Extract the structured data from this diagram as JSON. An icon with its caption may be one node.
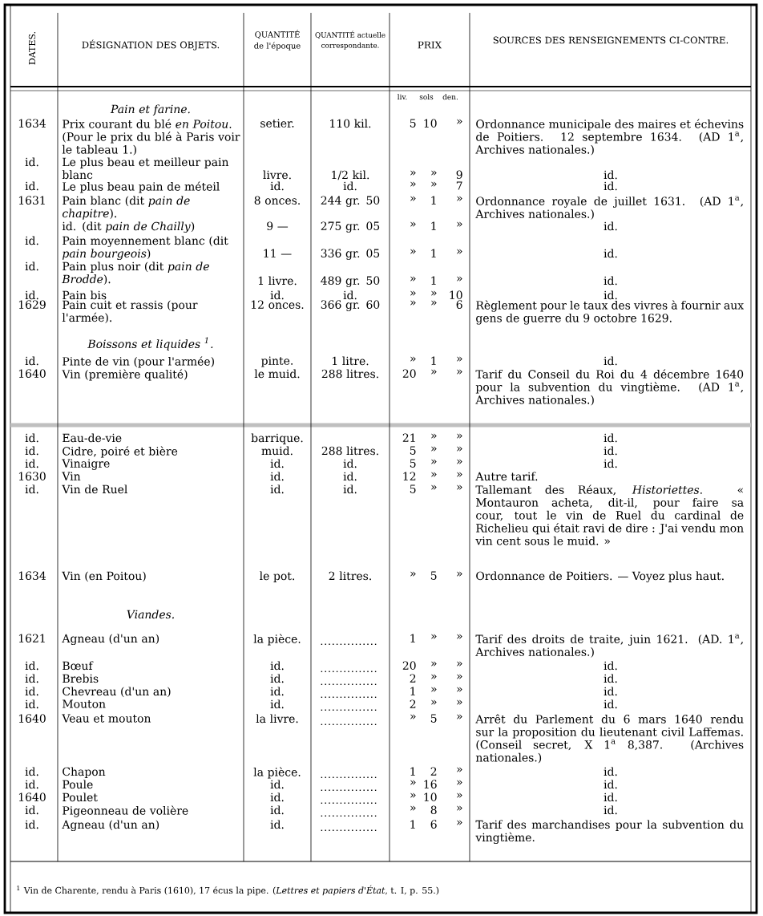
{
  "diagram": {
    "labels": [
      "DATES.",
      "DÉSIGNATION DES OBJETS.",
      "QUANTITÉ de l'époque",
      "QUANTITÉ actuelle correspondante.",
      "PRIX",
      "SOURCES DES RENSEIGNEMENTS CI-CONTRE.",
      "liv.",
      "sols",
      "den.",
      "Pain et farine.",
      "1634",
      "Prix courant du blé *en Poitou*. (Pour le prix du blé à Paris voir le tableau 1.)",
      "setier.",
      "110 kil.",
      "5",
      "10",
      "»",
      "Ordonnance municipale des maires et échevins de Poitiers. 12 septembre 1634. (AD 1$^{a}$, Archives nationales.)",
      "id.",
      "Le plus beau et meilleur pain blanc",
      "livre.",
      "1/2 kil.",
      "»",
      "»",
      "9",
      "id.",
      "id.",
      "Le plus beau pain de méteil",
      "id.",
      "id.",
      "»",
      "»",
      "7",
      "id.",
      "1631",
      "Pain blanc (dit *pain de chapitre*).",
      "8 onces.",
      "244 gr. 50",
      "»",
      "1",
      "»",
      "Ordonnance royale de juillet 1631. (AD 1$^{a}$, Archives nationales.)",
      "id. (dit *pain de Chailly*)",
      "9 —",
      "275 gr. 05",
      "»",
      "1",
      "»",
      "id.",
      "id.",
      "Pain moyennement blanc (dit *pain bourgeois*)",
      "11 —",
      "336 gr. 05",
      "»",
      "1",
      "»",
      "id.",
      "id.",
      "Pain plus noir (dit *pain de Brodde*).",
      "1 livre.",
      "489 gr. 50",
      "»",
      "1",
      "»",
      "id.",
      "id.",
      "Pain bis",
      "id.",
      "id.",
      "»",
      "»",
      "10",
      "id.",
      "1629",
      "Pain cuit et rassis (pour l'armée).",
      "12 onces.",
      "366 gr. 60",
      "»",
      "»",
      "6",
      "Règlement pour le taux des vivres à fournir aux gens de guerre du 9 octobre 1629.",
      "Boissons et liquides $^{1}$.",
      "id.",
      "Pinte de vin (pour l'armée)",
      "pinte.",
      "1 litre.",
      "»",
      "1",
      "»",
      "id.",
      "1640",
      "Vin (première qualité)",
      "le muid.",
      "288 litres.",
      "20",
      "»",
      "»",
      "Tarif du Conseil du Roi du 4 décembre 1640 pour la subvention du vingtième. (AD 1$^{a}$, Archives nationales.)",
      "id.",
      "Eau-de-vie",
      "barrique.",
      "21",
      "»",
      "»",
      "id.",
      "id.",
      "Cidre, poiré et bière",
      "muid.",
      "288 litres.",
      "5",
      "»",
      "»",
      "id.",
      "id.",
      "Vinaigre",
      "id.",
      "id.",
      "5",
      "»",
      "»",
      "id.",
      "1630",
      "Vin",
      "id.",
      "id.",
      "12",
      "»",
      "»",
      "Autre tarif.",
      "id.",
      "Vin de Ruel",
      "id.",
      "id.",
      "5",
      "»",
      "»",
      "Tallemant des Réaux, *Historiettes*. « Montauron acheta, dit-il, pour faire sa cour, tout le vin de Ruel du cardinal de Richelieu qui était ravi de dire : J'ai vendu mon vin cent sous le muid. »",
      "1634",
      "Vin (en Poitou)",
      "le pot.",
      "2 litres.",
      "»",
      "5",
      "»",
      "Ordonnance de Poitiers. — Voyez plus haut.",
      "Viandes.",
      "1621",
      "Agneau (d'un an)",
      "la pièce.",
      "1",
      "»",
      "»",
      "Tarif des droits de traite, juin 1621. (AD. 1$^{a}$, Archives nationales.)",
      "id.",
      "Bœuf",
      "id.",
      "20",
      "»",
      "»",
      "id.",
      "id.",
      "Brebis",
      "id.",
      "2",
      "»",
      "»",
      "id.",
      "id.",
      "Chevreau (d'un an)",
      "id.",
      "1",
      "»",
      "»",
      "id.",
      "id.",
      "Mouton",
      "id.",
      "2",
      "»",
      "»",
      "id.",
      "1640",
      "Veau et mouton",
      "la livre.",
      "»",
      "5",
      "»",
      "Arrêt du Parlement du 6 mars 1640 rendu sur la proposition du lieutenant civil Laffemas. (Conseil secret, X 1$^{a}$ 8,387. (Archives nationales.)",
      "id.",
      "Chapon",
      "la pièce.",
      "1",
      "2",
      "»",
      "id.",
      "id.",
      "Poule",
      "id.",
      "»",
      "16",
      "»",
      "id.",
      "1640",
      "Poulet",
      "id.",
      "»",
      "10",
      "»",
      "id.",
      "id.",
      "Pigeonneau de volière",
      "id.",
      "»",
      "8",
      "»",
      "id.",
      "id.",
      "Agneau (d'un an)",
      "id.",
      "1",
      "6",
      "»",
      "Tarif des marchandises pour la subvention du vingtième.",
      "$^{1}$ Vin de Charente, rendu à Paris (1610), 17 écus la pipe. (*Lettres et papiers d'État*, t. I, p. 55.)"
    ]
  }
}
